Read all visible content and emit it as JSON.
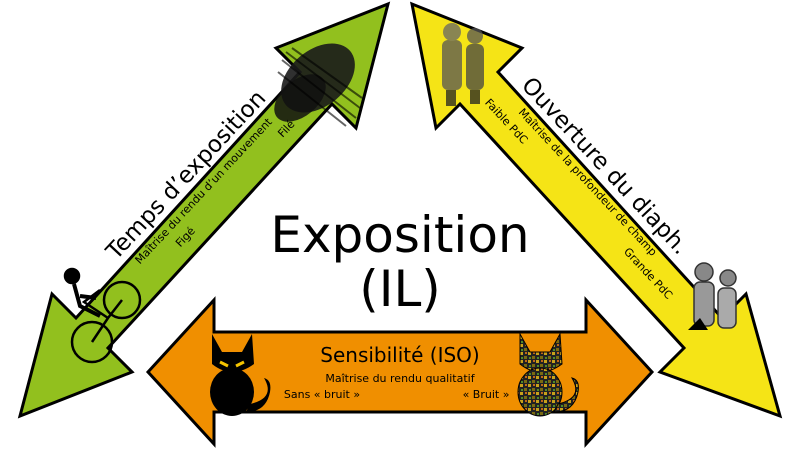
{
  "center": {
    "title": "Exposition",
    "subtitle": "(IL)"
  },
  "arrows": {
    "left": {
      "title": "Temps d’exposition",
      "desc": "Maîtrise du rendu d’un mouvement",
      "end_a": "Figé",
      "end_b": "Filé",
      "color": "#92c01e"
    },
    "right": {
      "title": "Ouverture du diaph.",
      "desc": "Maîtrise de la profondeur de champ",
      "end_a": "Faible PdC",
      "end_b": "Grande PdC",
      "color": "#f5e416"
    },
    "bottom": {
      "title": "Sensibilité (ISO)",
      "desc": "Maîtrise du rendu qualitatif",
      "end_a": "Sans « bruit »",
      "end_b": "« Bruit »",
      "color": "#f08f00"
    }
  },
  "icons": [
    "cyclist-icon",
    "motion-blur-icon",
    "couple-blurred-icon",
    "couple-sharp-icon",
    "cat-clean-icon",
    "cat-noisy-icon"
  ]
}
